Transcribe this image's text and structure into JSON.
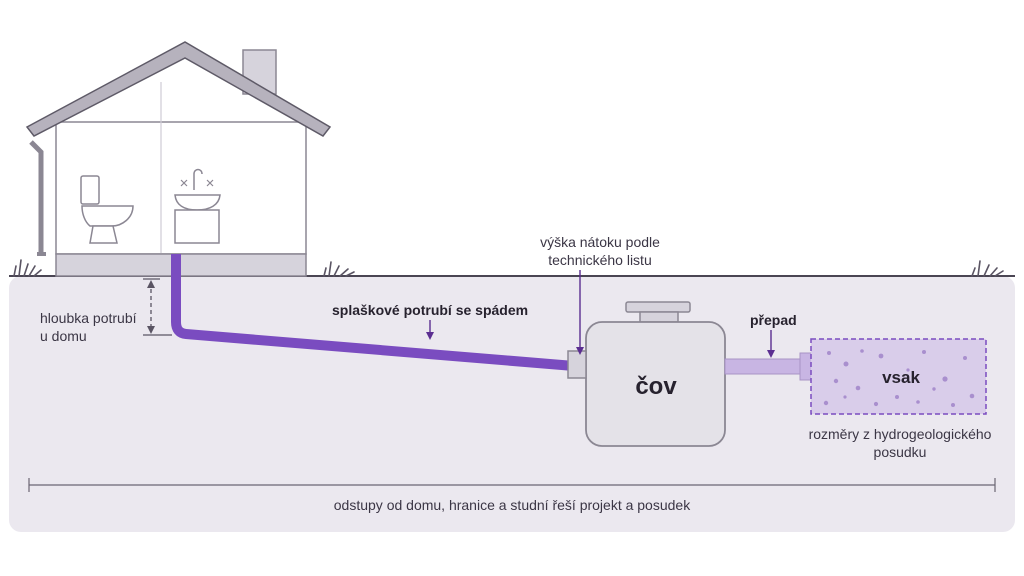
{
  "labels": {
    "pipe_depth": [
      "hloubka potrubí",
      "u domu"
    ],
    "sewage_pipe": "splaškové potrubí se spádem",
    "inflow_height": [
      "výška nátoku podle",
      "technického listu"
    ],
    "overflow": "přepad",
    "treatment_plant": "čov",
    "soakaway": "vsak",
    "soakaway_note": [
      "rozměry z hydrogeologického",
      "posudku"
    ],
    "distances_note": "odstupy od domu, hranice a studní řeší projekt a posudek"
  },
  "icons": [
    "house-icon",
    "toilet-icon",
    "sink-icon",
    "faucet-icon",
    "downpipe-icon",
    "chimney-icon",
    "grass-icon",
    "treatment-tank-icon",
    "soakaway-icon"
  ],
  "colors": {
    "pipe": "#7a4cc0",
    "accent_dark": "#5b2e91",
    "ground": "#ebe8ef",
    "outline": "#7a7682",
    "tank": "#e4e2e8",
    "soakaway_fill": "#d9cdea"
  }
}
